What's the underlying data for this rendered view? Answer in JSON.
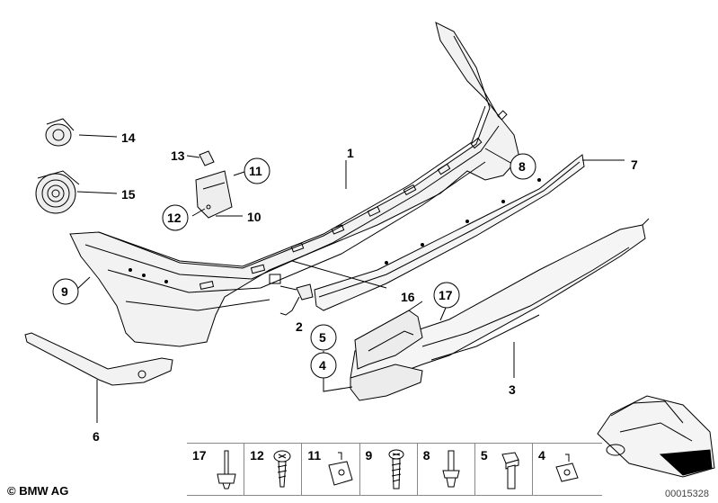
{
  "callouts": {
    "c1": "1",
    "c2": "2",
    "c3": "3",
    "c4": "4",
    "c5": "5",
    "c6": "6",
    "c7": "7",
    "c8": "8",
    "c9": "9",
    "c10": "10",
    "c11": "11",
    "c12": "12",
    "c13": "13",
    "c14": "14",
    "c15": "15",
    "c16": "16",
    "c17": "17"
  },
  "legend": [
    {
      "label": "17",
      "icon": "rivet-icon"
    },
    {
      "label": "12",
      "icon": "tapping-screw-icon"
    },
    {
      "label": "11",
      "icon": "clip-nut-icon"
    },
    {
      "label": "9",
      "icon": "screw-icon"
    },
    {
      "label": "8",
      "icon": "expanding-rivet-icon"
    },
    {
      "label": "5",
      "icon": "hex-bolt-icon"
    },
    {
      "label": "4",
      "icon": "clip-nut-small-icon"
    }
  ],
  "footer": {
    "copyright": "© BMW AG",
    "doc_number": "00015328"
  }
}
